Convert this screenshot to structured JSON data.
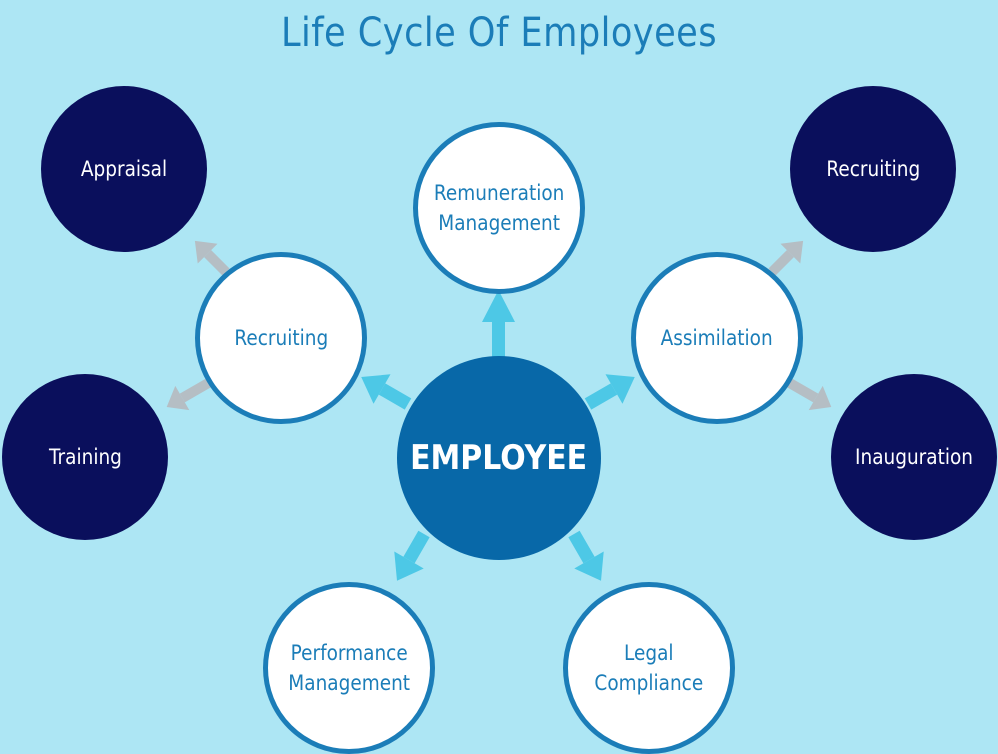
{
  "title": "Life Cycle Of Employees",
  "colors": {
    "background": "#ADE6F4",
    "center_fill": "#0868A8",
    "white_node_border": "#1B7DB8",
    "white_node_text": "#1B7DB8",
    "dark_node_fill": "#0A0F5C",
    "primary_arrow": "#4DC8E6",
    "secondary_arrow": "#B5BEC4"
  },
  "center": {
    "label": "EMPLOYEE"
  },
  "primary_nodes": {
    "remuneration": "Remuneration\nManagement",
    "recruiting": "Recruiting",
    "assimilation": "Assimilation",
    "performance": "Performance\nManagement",
    "legal": "Legal\nCompliance"
  },
  "secondary_nodes": {
    "appraisal": "Appraisal",
    "training": "Training",
    "recruiting_right": "Recruiting",
    "inauguration": "Inauguration"
  }
}
